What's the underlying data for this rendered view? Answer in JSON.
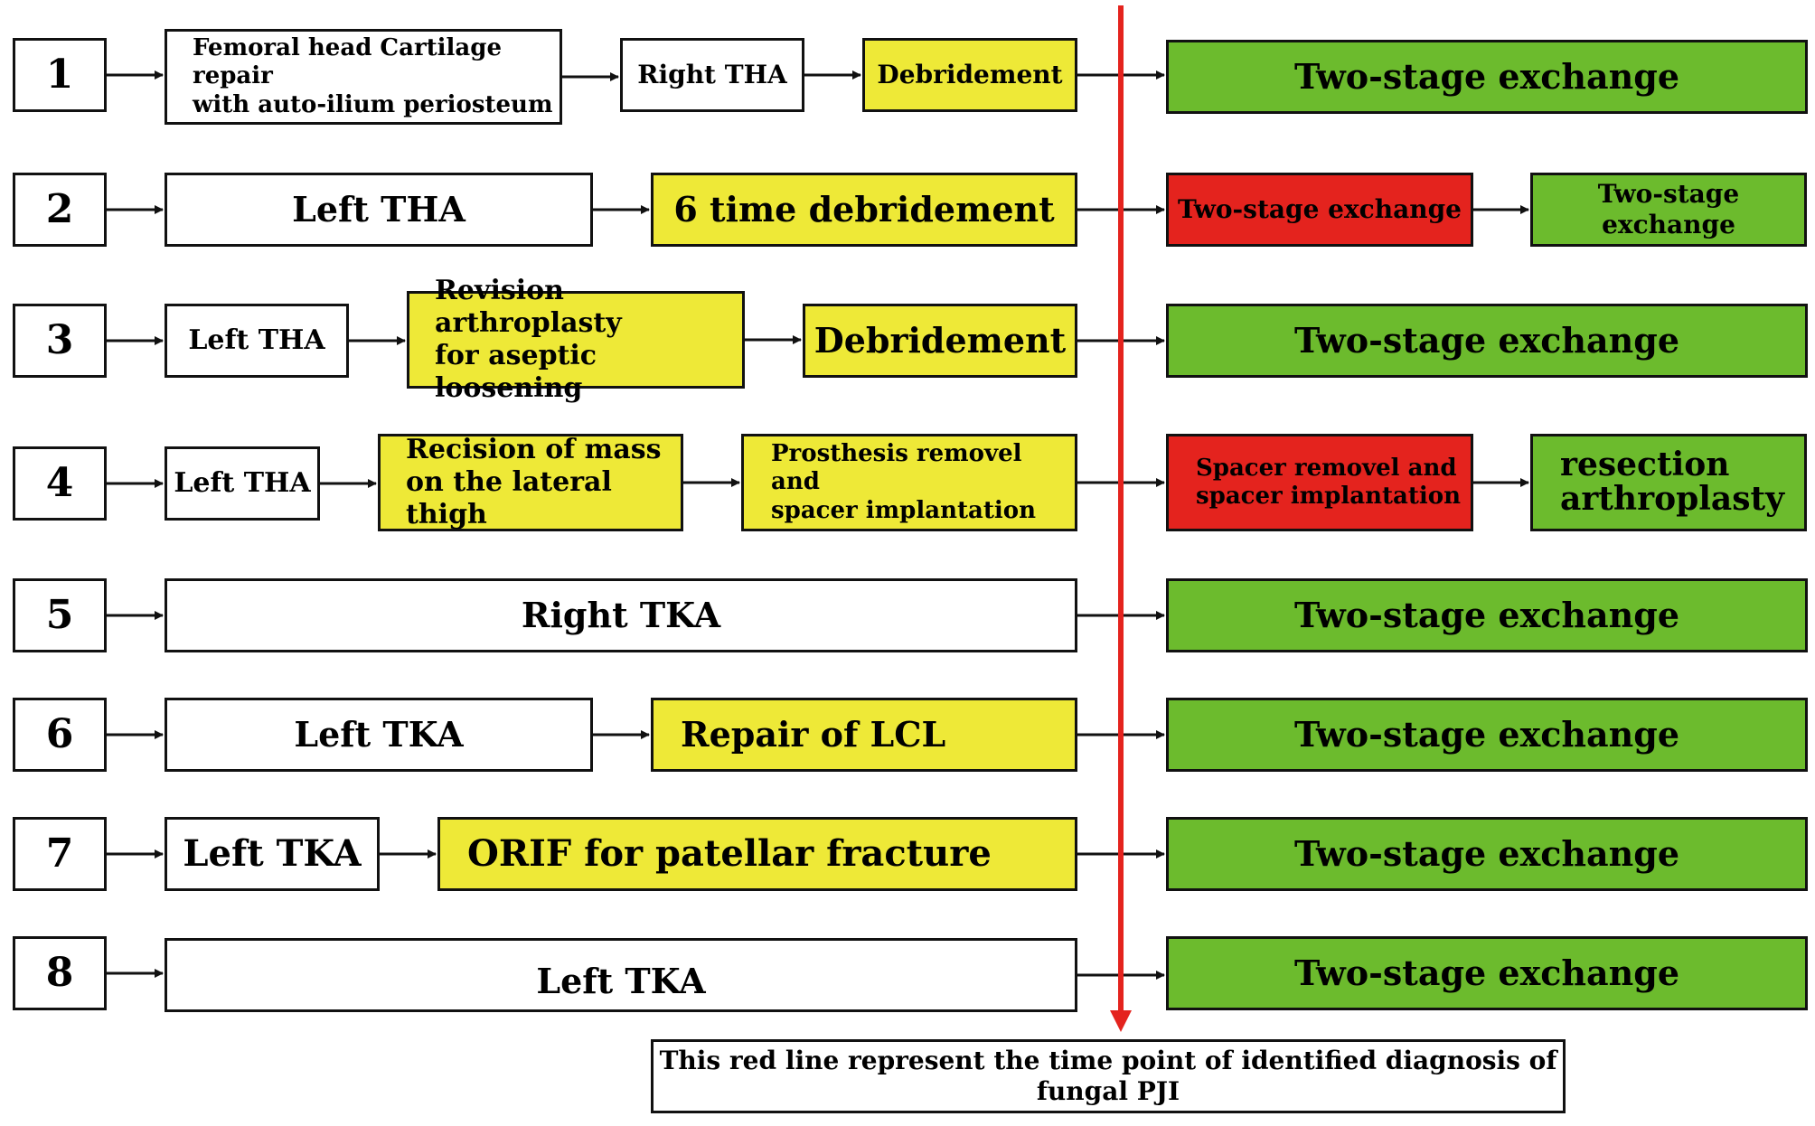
{
  "colors": {
    "yellow": "#eee937",
    "green": "#6cbb2d",
    "red": "#e4231e",
    "red_line": "#e4231e"
  },
  "rows": [
    {
      "number": "1",
      "steps": [
        {
          "text": "Femoral head Cartilage repair\nwith auto-ilium periosteum",
          "color": "white"
        },
        {
          "text": "Right THA",
          "color": "white"
        },
        {
          "text": "Debridement",
          "color": "yellow"
        }
      ],
      "after": [
        {
          "text": "Two-stage exchange",
          "color": "green"
        }
      ]
    },
    {
      "number": "2",
      "steps": [
        {
          "text": "Left THA",
          "color": "white"
        },
        {
          "text": "6 time debridement",
          "color": "yellow"
        }
      ],
      "after": [
        {
          "text": "Two-stage exchange",
          "color": "red"
        },
        {
          "text": "Two-stage exchange",
          "color": "green"
        }
      ]
    },
    {
      "number": "3",
      "steps": [
        {
          "text": "Left THA",
          "color": "white"
        },
        {
          "text": "Revision arthroplasty\nfor aseptic loosening",
          "color": "yellow"
        },
        {
          "text": "Debridement",
          "color": "yellow"
        }
      ],
      "after": [
        {
          "text": "Two-stage exchange",
          "color": "green"
        }
      ]
    },
    {
      "number": "4",
      "steps": [
        {
          "text": "Left THA",
          "color": "white"
        },
        {
          "text": "Recision of mass\non the lateral thigh",
          "color": "yellow"
        },
        {
          "text": "Prosthesis removel and\nspacer implantation",
          "color": "yellow"
        }
      ],
      "after": [
        {
          "text": "Spacer removel and\nspacer implantation",
          "color": "red"
        },
        {
          "text": "resection\narthroplasty",
          "color": "green"
        }
      ]
    },
    {
      "number": "5",
      "steps": [
        {
          "text": "Right TKA",
          "color": "white"
        }
      ],
      "after": [
        {
          "text": "Two-stage exchange",
          "color": "green"
        }
      ]
    },
    {
      "number": "6",
      "steps": [
        {
          "text": "Left TKA",
          "color": "white"
        },
        {
          "text": "Repair of LCL",
          "color": "yellow"
        }
      ],
      "after": [
        {
          "text": "Two-stage exchange",
          "color": "green"
        }
      ]
    },
    {
      "number": "7",
      "steps": [
        {
          "text": "Left TKA",
          "color": "white"
        },
        {
          "text": "ORIF for patellar fracture",
          "color": "yellow"
        }
      ],
      "after": [
        {
          "text": "Two-stage exchange",
          "color": "green"
        }
      ]
    },
    {
      "number": "8",
      "steps": [
        {
          "text": "Left TKA",
          "color": "white"
        }
      ],
      "after": [
        {
          "text": "Two-stage exchange",
          "color": "green"
        }
      ]
    }
  ],
  "legend": {
    "text": "This red line represent the time point of identified diagnosis of fungal PJI"
  }
}
